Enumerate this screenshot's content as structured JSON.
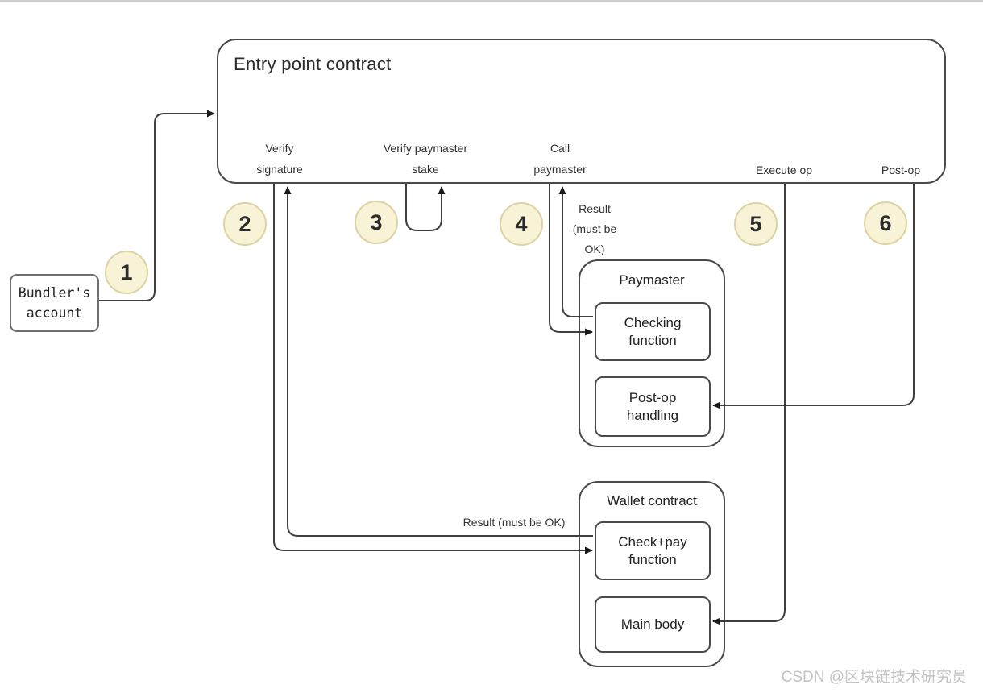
{
  "entry_point": {
    "title": "Entry point contract",
    "pins": [
      {
        "label": "Verify\nsignature"
      },
      {
        "label": "Verify paymaster\nstake"
      },
      {
        "label": "Call\npaymaster"
      },
      {
        "label": "Execute op"
      },
      {
        "label": "Post-op"
      }
    ]
  },
  "bundler": {
    "label": "Bundler's\naccount"
  },
  "paymaster": {
    "title": "Paymaster",
    "functions": [
      {
        "label": "Checking\nfunction"
      },
      {
        "label": "Post-op\nhandling"
      }
    ]
  },
  "wallet": {
    "title": "Wallet contract",
    "functions": [
      {
        "label": "Check+pay\nfunction"
      },
      {
        "label": "Main body"
      }
    ]
  },
  "steps": [
    {
      "number": "1"
    },
    {
      "number": "2"
    },
    {
      "number": "3"
    },
    {
      "number": "4"
    },
    {
      "number": "5"
    },
    {
      "number": "6"
    }
  ],
  "annotations": {
    "paymaster_result": "Result\n(must be\nOK)",
    "wallet_result": "Result (must be OK)"
  },
  "watermark": "CSDN @区块链技术研究员",
  "colors": {
    "line": "#3f3f3f",
    "box_border": "#4a4a4a",
    "step_fill": "#f8f2d6",
    "step_border": "#ddd2a2",
    "text": "#2e2e2e",
    "watermark": "#c3c3c3"
  }
}
